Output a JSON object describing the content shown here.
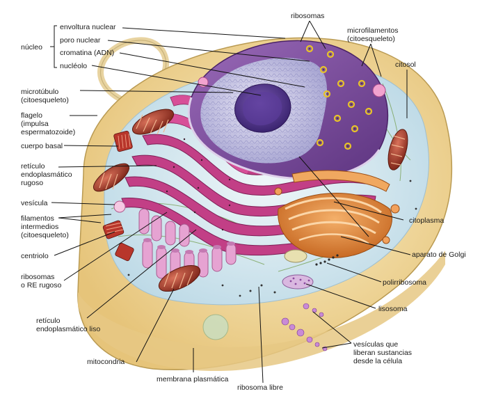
{
  "labels": {
    "nucleo": "núcleo",
    "envoltura_nuclear": "envoltura nuclear",
    "poro_nuclear": "poro nuclear",
    "cromatina": "cromatina (ADN)",
    "nucleolo": "nucléolo",
    "ribosomas_top": "ribosomas",
    "microfilamentos": "microfilamentos\n(citoesqueleto)",
    "citosol": "citosol",
    "microtubulo": "microtúbulo\n(citoesqueleto)",
    "flagelo": "flagelo\n(impulsa\nespermatozoide)",
    "cuerpo_basal": "cuerpo basal",
    "reticulo_rugoso": "retículo\nendoplasmático\nrugoso",
    "vesicula": "vesícula",
    "filamentos_intermedios": "filamentos\nintermedios\n(citoesqueleto)",
    "centriolo": "centriolo",
    "ribosomas_re": "ribosomas\no RE rugoso",
    "reticulo_liso": "retículo\nendoplasmático liso",
    "mitocondria": "mitocondria",
    "membrana_plasmatica": "membrana plasmática",
    "ribosoma_libre": "ribosoma libre",
    "citoplasma": "citoplasma",
    "aparato_golgi": "aparato de Golgi",
    "polirribosoma": "polirribosoma",
    "lisosoma": "lisosoma",
    "vesiculas_liberan": "vesículas que\nliberan sustancias\ndesde la célula"
  },
  "colors": {
    "cell_outer": "#f3dfa3",
    "cytoplasm": "#d9ecf2",
    "nucleus_envelope": "#7a4a96",
    "chromatin": "#c9c9e6",
    "nucleolus": "#4b2f86",
    "rough_er": "#b8337a",
    "smooth_er": "#d98cc4",
    "golgi": "#e2893a",
    "mitochondria": "#a83a2b",
    "ribosome": "#e8c428",
    "leader": "#111111"
  }
}
